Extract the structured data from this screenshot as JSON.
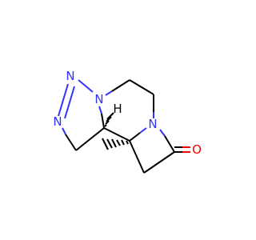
{
  "structure": {
    "atom_labels": {
      "n1": "N",
      "n2": "N",
      "n3": "N",
      "n4": "N",
      "o1": "O",
      "h1": "H"
    },
    "colors": {
      "nitrogen": "#3333ff",
      "oxygen": "#ff0000",
      "carbon_bond": "#000000",
      "hydrogen": "#000000"
    }
  }
}
